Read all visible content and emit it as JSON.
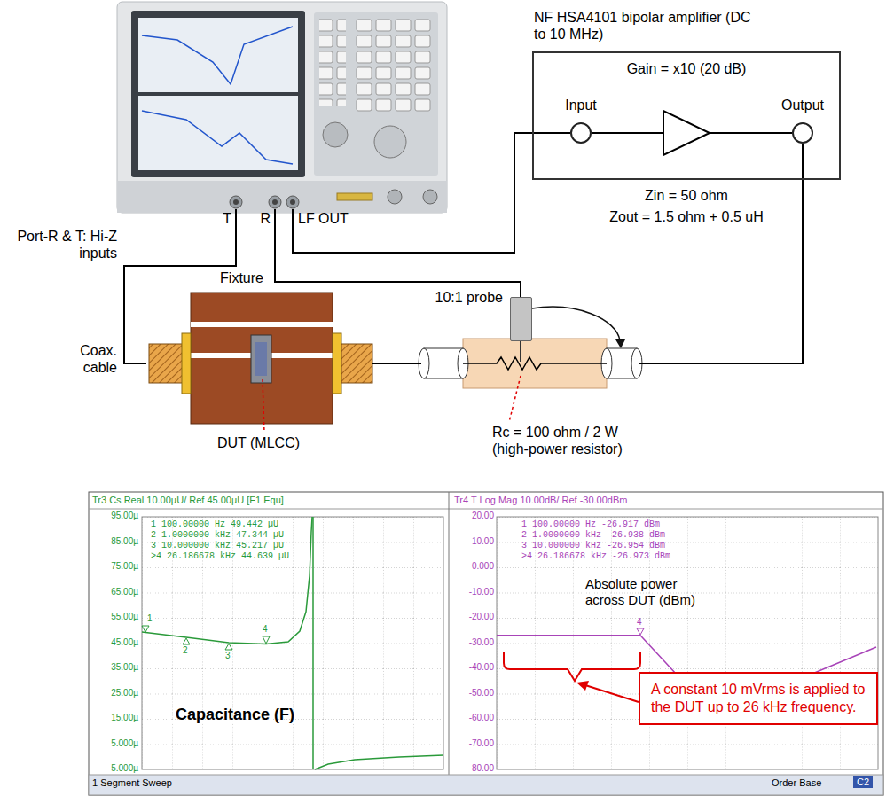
{
  "diagram": {
    "nodes": [
      {
        "text": [
          "T"
        ]
      },
      {
        "text": [
          "R"
        ]
      },
      {
        "text": [
          "LF OUT"
        ]
      },
      {
        "text": [
          "NF HSA4101 bipolar amplifier (DC to 10 MHz)",
          "Gain = x10 (20 dB)"
        ]
      },
      {
        "text": [
          "Input"
        ],
        "in": 3
      },
      {
        "text": [
          "Output"
        ],
        "in": 3
      },
      {
        "text": [
          "Fixture",
          "DUT (MLCC)"
        ]
      },
      {
        "text": [
          "10:1 probe"
        ]
      },
      {
        "text": [
          "Rc = 100 ohm / 2 W (high-power resistor)"
        ]
      },
      {
        "text": [
          "A constant 10 mVrms is applied to the DUT up to 26 kHz frequency."
        ]
      }
    ],
    "edges": [
      {
        "from": 2,
        "to": 4,
        "arrow": "none"
      },
      {
        "from": 5,
        "to": 8,
        "arrow": "none"
      },
      {
        "from": 8,
        "to": 6,
        "arrow": "none"
      },
      {
        "from": 6,
        "to": 0,
        "arrow": "none"
      },
      {
        "from": 7,
        "to": 1,
        "arrow": "none"
      }
    ],
    "labels": [
      "Port-R & T: Hi-Z inputs",
      "Coax. cable",
      "Zin = 50 ohm",
      "Zout = 1.5 ohm + 0.5 uH",
      "Tr3 Cs Real 10.00µU/ Ref 45.00µU [F1 Equ]",
      "Tr4 T Log Mag 10.00dB/ Ref -30.00dBm",
      "95.00µ",
      "85.00µ",
      "75.00µ",
      "65.00µ",
      "55.00µ",
      "45.00µ",
      "35.00µ",
      "25.00µ",
      "15.00µ",
      "5.000µ",
      "-5.000µ",
      "20.00",
      "10.00",
      "0.000",
      "-10.00",
      "-20.00",
      "-30.00",
      "-40.00",
      "-50.00",
      "-60.00",
      "-70.00",
      "-80.00",
      "1 100.00000 Hz 49.442 µU",
      "2 1.0000000 kHz 47.344 µU",
      "3 10.000000 kHz 45.217 µU",
      ">4 26.186678 kHz 44.639 µU",
      "1 100.00000 Hz -26.917 dBm",
      "2 1.0000000 kHz -26.938 dBm",
      "3 10.000000 kHz -26.954 dBm",
      ">4 26.186678 kHz -26.973 dBm",
      "Capacitance (F)",
      "Absolute power across DUT (dBm)",
      "1 Segment Sweep",
      "Order Base",
      "C2",
      "1",
      "2",
      "3",
      "4",
      "4"
    ]
  }
}
